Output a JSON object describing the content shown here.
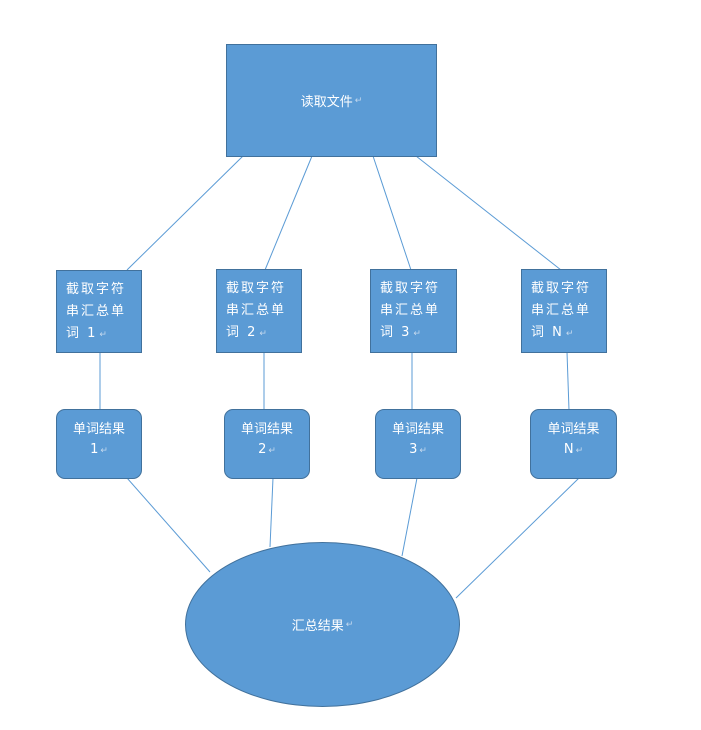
{
  "colors": {
    "fill": "#5b9bd5",
    "border": "#41719c",
    "line": "#5b9bd5",
    "text": "#ffffff"
  },
  "read_file": {
    "label": "读取文件"
  },
  "split_nodes": [
    {
      "line1": "截取字符",
      "line2": "串汇总单",
      "line3": "词 1"
    },
    {
      "line1": "截取字符",
      "line2": "串汇总单",
      "line3": "词 2"
    },
    {
      "line1": "截取字符",
      "line2": "串汇总单",
      "line3": "词 3"
    },
    {
      "line1": "截取字符",
      "line2": "串汇总单",
      "line3": "词 N"
    }
  ],
  "result_nodes": [
    {
      "line1": "单词结果",
      "line2": "1"
    },
    {
      "line1": "单词结果",
      "line2": "2"
    },
    {
      "line1": "单词结果",
      "line2": "3"
    },
    {
      "line1": "单词结果",
      "line2": "N"
    }
  ],
  "summary": {
    "label": "汇总结果"
  },
  "paragraph_mark": "↵"
}
